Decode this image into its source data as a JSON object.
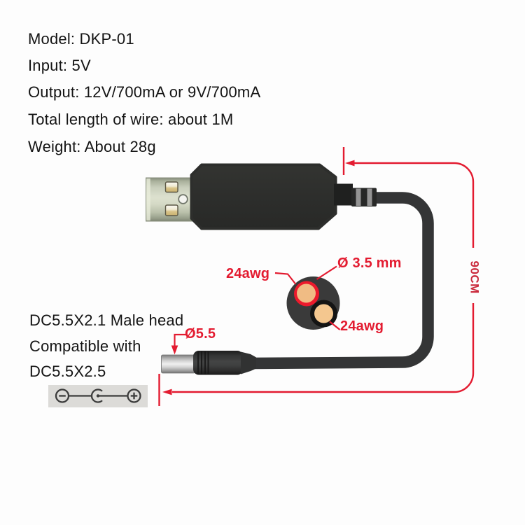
{
  "specs": {
    "model": "Model: DKP-01",
    "input": "Input: 5V",
    "output": "Output: 12V/700mA or 9V/700mA",
    "total_length": "Total length of wire: about 1M",
    "weight": "Weight: About 28g"
  },
  "annotations": {
    "wire_gauge_top": "24awg",
    "cable_diameter": "Ø 3.5 mm",
    "wire_gauge_bottom": "24awg",
    "cable_length": "90CM",
    "plug_diameter": "Ø5.5"
  },
  "dc_plug_info": {
    "line1": "DC5.5X2.1 Male head",
    "line2": "Compatible with",
    "line3": "DC5.5X2.5"
  },
  "polarity": {
    "negative_icon": "minus-in-circle",
    "tip_icon": "barrel-with-center-dot",
    "positive_icon": "plus-in-circle"
  },
  "colors": {
    "background": "#fdfdfd",
    "text": "#141414",
    "accent_red": "#e31b30",
    "dim_red": "#ca2a3c",
    "plastic_dark": "#2d2e2c",
    "cable_dark": "#343536",
    "usb_metal": "#c9cfbc",
    "wire_red": "#ec1a2c",
    "wire_copper": "#f0bc84",
    "polarity_box": "#dcdbd8"
  }
}
